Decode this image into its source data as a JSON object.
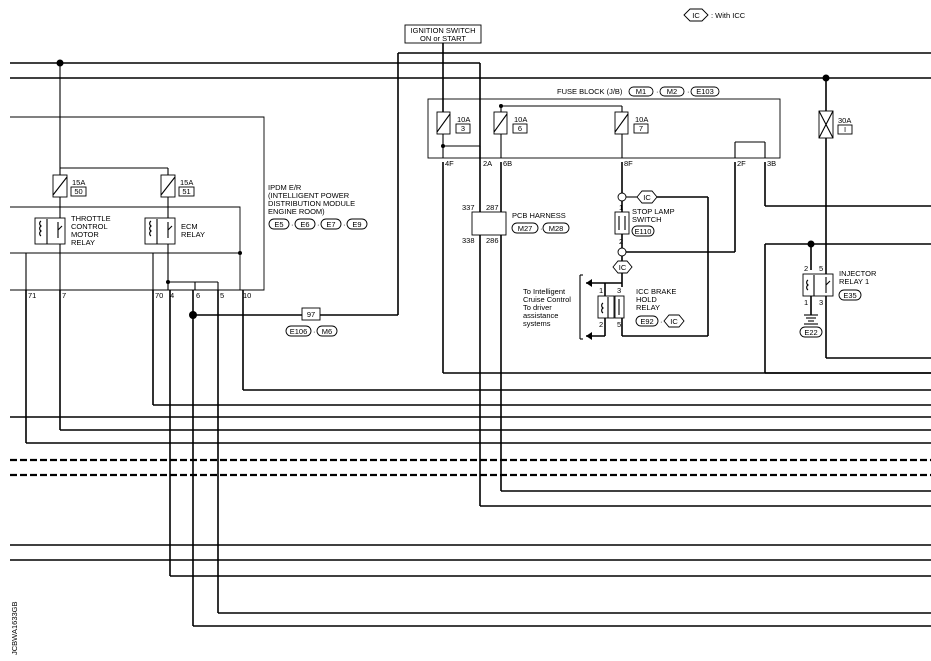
{
  "legend": {
    "badge": "IC",
    "text": ": With ICC"
  },
  "ignition": {
    "line1": "IGNITION SWITCH",
    "line2": "ON or START"
  },
  "fuse_block": {
    "title": "FUSE BLOCK (J/B)",
    "connectors": [
      "M1",
      "M2",
      "E103"
    ],
    "fuses": [
      {
        "amp": "10A",
        "num": "3"
      },
      {
        "amp": "10A",
        "num": "6"
      },
      {
        "amp": "10A",
        "num": "7"
      }
    ],
    "terminals": [
      "4F",
      "2A",
      "6B",
      "8F",
      "2F",
      "3B"
    ]
  },
  "fuse_30a": {
    "amp": "30A",
    "num": "I"
  },
  "ipdm": {
    "lines": [
      "IPDM E/R",
      "(INTELLIGENT POWER",
      "DISTRIBUTION MODULE",
      "ENGINE ROOM)"
    ],
    "connectors": [
      "E5",
      "E6",
      "E7",
      "E9"
    ],
    "fuses": [
      {
        "amp": "15A",
        "num": "50"
      },
      {
        "amp": "15A",
        "num": "51"
      }
    ],
    "terminals": [
      "71",
      "7",
      "70",
      "4",
      "6",
      "5",
      "10"
    ]
  },
  "throttle_relay": {
    "lines": [
      "THROTTLE",
      "CONTROL",
      "MOTOR",
      "RELAY"
    ]
  },
  "ecm_relay": {
    "lines": [
      "ECM",
      "RELAY"
    ]
  },
  "pcb_harness": {
    "label": "PCB HARNESS",
    "connectors": [
      "M27",
      "M28"
    ],
    "pins": [
      "337",
      "287",
      "338",
      "286"
    ]
  },
  "stop_lamp": {
    "lines": [
      "STOP LAMP",
      "SWITCH"
    ],
    "connector": "E110",
    "pins": [
      "1",
      "2"
    ]
  },
  "icc_relay": {
    "lines": [
      "ICC BRAKE",
      "HOLD",
      "RELAY"
    ],
    "connector": "E92",
    "pins": [
      "1",
      "3",
      "2",
      "5"
    ],
    "note_icc": "To Intelligent\nCruise Control",
    "note_assist": "To driver\nassistance\nsystems"
  },
  "injector_relay": {
    "lines": [
      "INJECTOR",
      "RELAY 1"
    ],
    "connector": "E35",
    "pins": [
      "2",
      "5",
      "1",
      "3"
    ]
  },
  "ground": {
    "connector": "E22"
  },
  "joint": {
    "num": "97",
    "connectors": [
      "E106",
      "M6"
    ]
  },
  "figure_id": "JCBWA1633GB"
}
